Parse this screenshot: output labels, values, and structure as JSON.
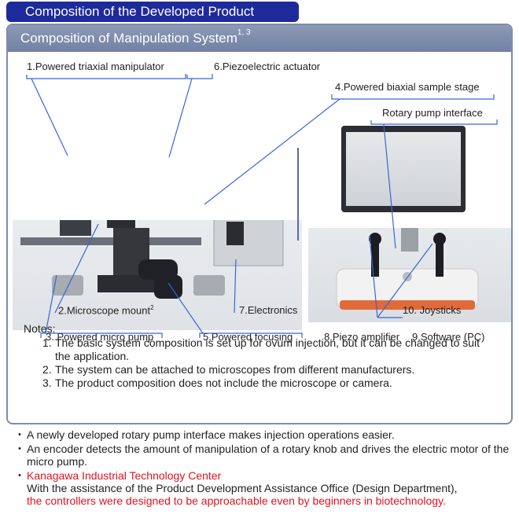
{
  "header": {
    "title": "Composition of the Developed Product"
  },
  "panel": {
    "title": "Composition of Manipulation System",
    "title_sup": "1, 3"
  },
  "callouts": {
    "c1": "1.Powered triaxial manipulator",
    "c6": "6.Piezoelectric actuator",
    "c4": "4.Powered biaxial sample stage",
    "rotary": "Rotary pump interface",
    "c7": "7.Electronics",
    "c10": "10. Joysticks",
    "c2": "2.Microscope mount",
    "c2_sup": "2",
    "c3": "3. Powered micro pump",
    "c5": "5.Powered focusing",
    "c8": "8.Piezo amplifier",
    "c9": "9.Software (PC)"
  },
  "notes": {
    "title": "Notes:",
    "items": [
      {
        "num": "1.",
        "text": "The basic system composition is set up for ovum injection, but it can be changed to suit the application."
      },
      {
        "num": "2.",
        "text": "The system can be attached to microscopes from different manufacturers."
      },
      {
        "num": "3.",
        "text": "The product composition does not include the microscope or camera."
      }
    ]
  },
  "bullets": {
    "marker": "・",
    "b1": "A newly developed rotary pump interface makes injection operations easier.",
    "b2": "An encoder detects the amount of manipulation of a rotary knob and drives the electric motor of the micro pump.",
    "b3_org": "Kanagawa Industrial Technology Center",
    "b3_line2": "With the assistance of the Product Development Assistance Office (Design Department),",
    "b3_line3": "the controllers were designed to be approachable even by beginners in biotechnology."
  }
}
